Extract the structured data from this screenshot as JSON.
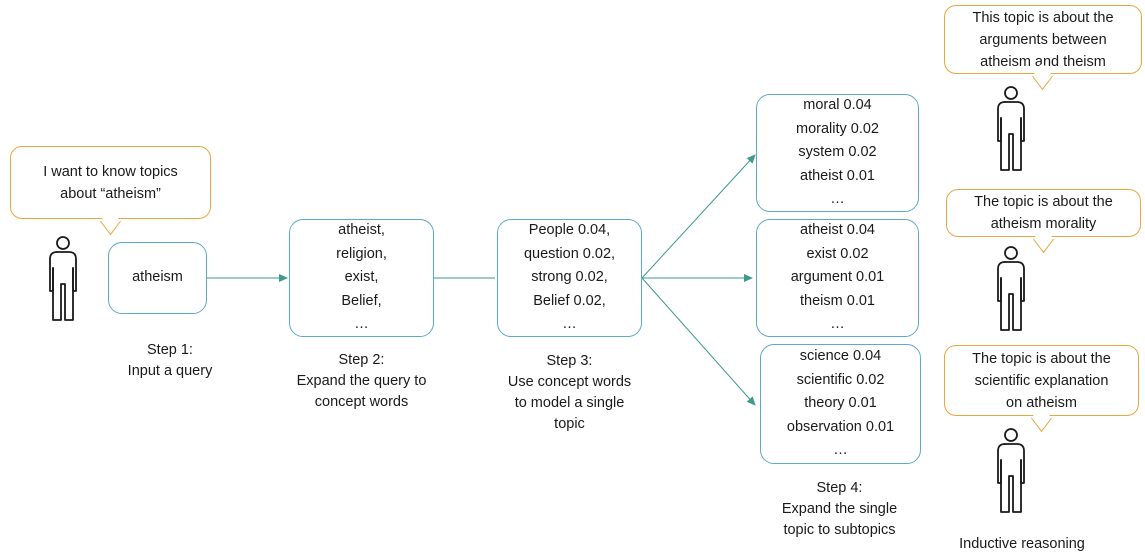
{
  "query_bubble": {
    "lines": [
      "I want to know topics",
      "about “atheism”"
    ]
  },
  "query_box": {
    "text": "atheism"
  },
  "concept_box": {
    "lines": [
      "atheist,",
      "religion,",
      "exist,",
      "Belief,",
      "…"
    ]
  },
  "topic_box": {
    "lines": [
      "People 0.04,",
      "question 0.02,",
      "strong 0.02,",
      "Belief 0.02,",
      "…"
    ]
  },
  "subtopics": [
    {
      "lines": [
        "moral 0.04",
        "morality 0.02",
        "system 0.02",
        "atheist 0.01",
        "…"
      ]
    },
    {
      "lines": [
        "atheist 0.04",
        "exist 0.02",
        "argument 0.01",
        "theism 0.01",
        "…"
      ]
    },
    {
      "lines": [
        "science 0.04",
        "scientific 0.02",
        "theory 0.01",
        "observation 0.01",
        "…"
      ]
    }
  ],
  "interpretations": [
    {
      "lines": [
        "This topic is about the",
        "arguments between",
        "atheism and theism"
      ]
    },
    {
      "lines": [
        "The topic is about the",
        "atheism morality"
      ]
    },
    {
      "lines": [
        "The topic is about the",
        "scientific explanation",
        "on atheism"
      ]
    }
  ],
  "steps": [
    {
      "lines": [
        "Step 1:",
        "Input a query"
      ]
    },
    {
      "lines": [
        "Step 2:",
        "Expand the query to",
        "concept words"
      ]
    },
    {
      "lines": [
        "Step 3:",
        "Use concept words",
        "to model a single",
        "topic"
      ]
    },
    {
      "lines": [
        "Step 4:",
        "Expand the single",
        "topic to subtopics"
      ]
    }
  ],
  "final_label": "Inductive reasoning",
  "colors": {
    "box_border": "#5ea9c9",
    "bubble_border": "#e8a63e",
    "arrow": "#3e9a8a",
    "person": "#1a1a1a"
  }
}
